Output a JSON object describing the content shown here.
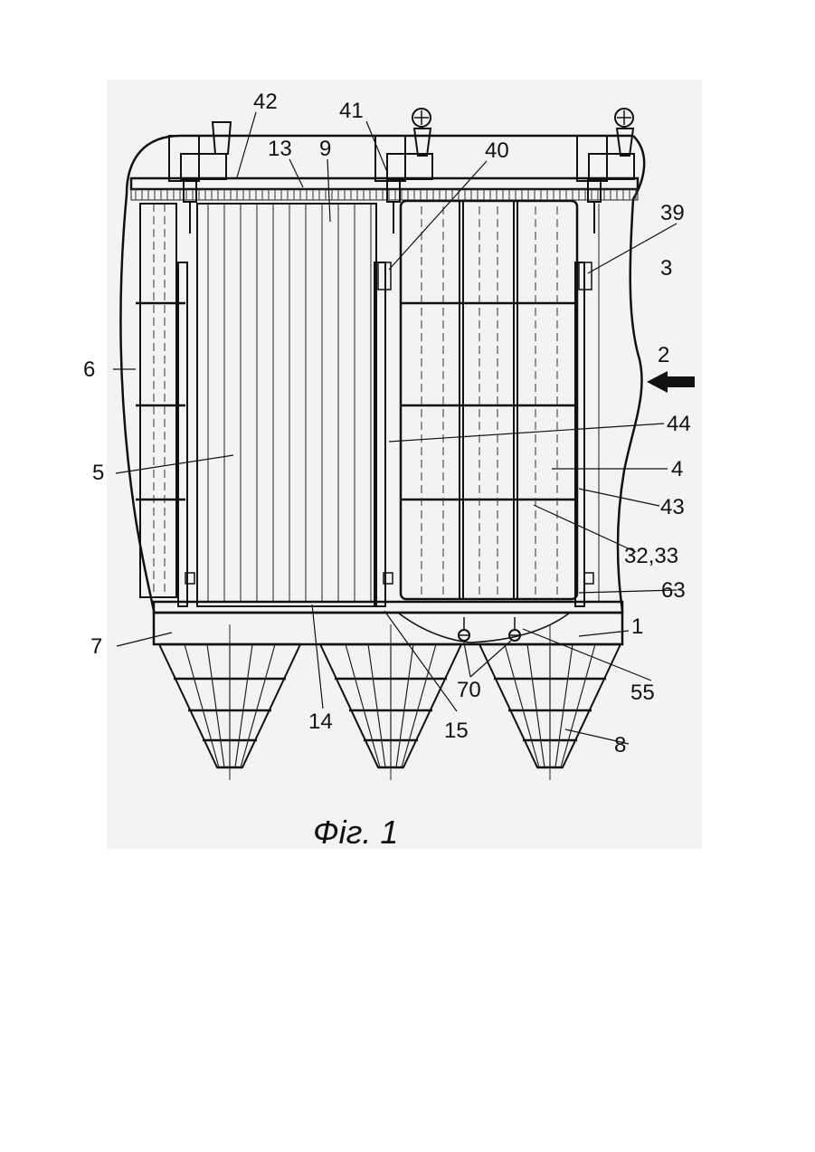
{
  "figure": {
    "caption": "Фіг. 1",
    "labels": {
      "l42": "42",
      "l41": "41",
      "l40": "40",
      "l13": "13",
      "l9": "9",
      "l39": "39",
      "l3": "3",
      "l2": "2",
      "l6": "6",
      "l44": "44",
      "l5": "5",
      "l4": "4",
      "l43": "43",
      "l3233": "32,33",
      "l63": "63",
      "l7": "7",
      "l1": "1",
      "l70": "70",
      "l55": "55",
      "l14": "14",
      "l15": "15",
      "l8": "8"
    }
  },
  "colors": {
    "background": "#f3f3f3",
    "ink": "#111111"
  }
}
